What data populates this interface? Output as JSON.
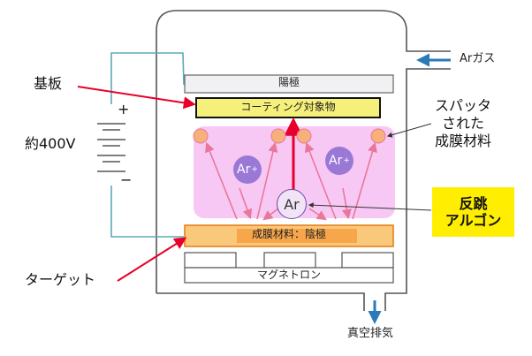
{
  "labels": {
    "anode": "陽極",
    "coating_target": "コーティング対象物",
    "cathode": "成膜材料：陰極",
    "magnetron": "マグネトロン",
    "substrate": "基板",
    "voltage": "約400V",
    "plus": "+",
    "minus": "−",
    "target": "ターゲット",
    "ar_gas": "Arガス",
    "sputtered": [
      "スパッタ",
      "された",
      "成膜材料"
    ],
    "reflected": [
      "反跳",
      "アルゴン"
    ],
    "vacuum_exhaust": "真空排気",
    "ar_ion": "Ar",
    "ar_plus": "+",
    "ar_center": "Ar"
  },
  "colors": {
    "plasma": "#f8c8f4",
    "coating_fill": "#f5f07a",
    "cathode_fill": "#f9c87a",
    "cathode_inner": "#f7a64b",
    "ion": "#9a78d6",
    "particle": "#f7b07a",
    "red_arrow": "#e8002a",
    "pink_arrow": "#e8789a",
    "wire": "#5aaab5",
    "reflect_box": "#ffee00"
  }
}
